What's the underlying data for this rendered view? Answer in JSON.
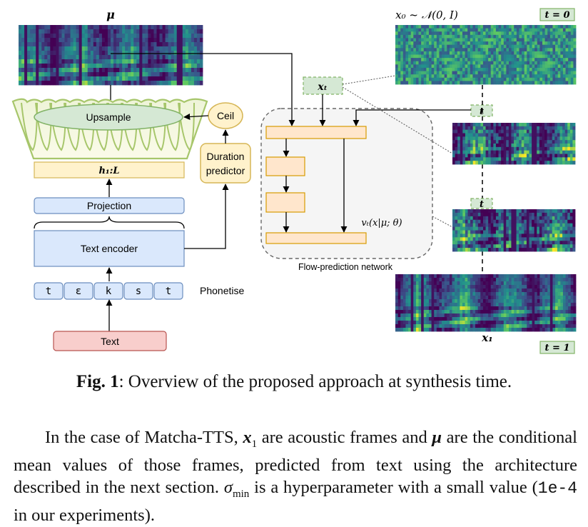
{
  "figure": {
    "mu_label": "μ",
    "x0_label": "x₀ ~ 𝒩(0, I)",
    "t0_label": "t = 0",
    "x1_label": "x₁",
    "t1_label": "t = 1",
    "xt_label": "xₜ",
    "t_label": "t",
    "upsample_label": "Upsample",
    "ceil_label": "Ceil",
    "h_label": "h₁:L",
    "duration_predictor_line1": "Duration",
    "duration_predictor_line2": "predictor",
    "projection_label": "Projection",
    "text_encoder_label": "Text encoder",
    "phonemes": [
      "t",
      "ɛ",
      "k",
      "s",
      "t"
    ],
    "phonetise_label": "Phonetise",
    "text_label": "Text",
    "flow_network_label": "Flow-prediction network",
    "vt_label": "vₜ(x|μ; θ)"
  },
  "caption": {
    "label": "Fig. 1",
    "text": ": Overview of the proposed approach at synthesis time."
  },
  "paragraph": {
    "p1": "In the case of Matcha-TTS, ",
    "x1": "x",
    "x1_sub": "1",
    "p2": " are acoustic frames and ",
    "mu": "μ",
    "p3": " are the conditional mean values of those frames, predicted from text using the architecture described in the next section. ",
    "sigma": "σ",
    "sigma_sub": "min",
    "p4": " is a hyperparameter with a small value (",
    "code": "1e-4",
    "p5": " in our experiments)."
  },
  "colors": {
    "viridis_dark": "#440154",
    "viridis_mid": "#21918c",
    "viridis_light": "#fde725",
    "blue_box": "#dae8fc",
    "blue_border": "#6c8ebf",
    "orange_box": "#ffe6cc",
    "orange_border": "#d79b00",
    "yellow_box": "#fff2cc",
    "yellow_border": "#d6b656",
    "green_box": "#d5e8d4",
    "green_border": "#82b366",
    "red_box": "#f8cecc",
    "red_border": "#b85450",
    "gray_box": "#f5f5f5"
  }
}
